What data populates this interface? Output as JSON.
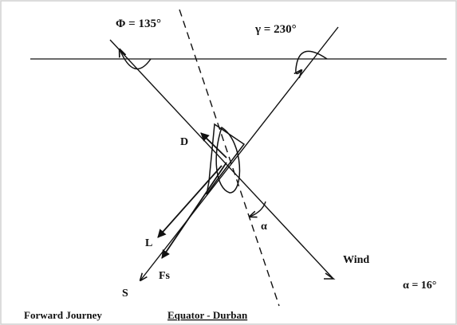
{
  "labels": {
    "phi": "Φ = 135°",
    "gamma": "γ = 230°",
    "drag": "D",
    "lift": "L",
    "side_force": "Fs",
    "south": "S",
    "alpha": "α",
    "wind": "Wind",
    "alpha_value": "α = 16°",
    "journey": "Forward Journey",
    "route": "Equator - Durban"
  },
  "colors": {
    "ink": "#111111",
    "border": "#d0d0d0",
    "background": "#ffffff"
  }
}
